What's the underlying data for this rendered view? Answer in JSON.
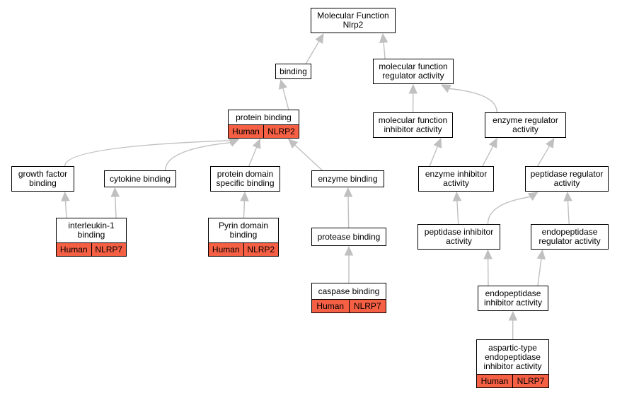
{
  "diagram": {
    "edge_color": "#c0c0c0",
    "annotation_color": "#f55f44",
    "nodes": [
      {
        "id": "root",
        "label": "Molecular Function\nNlrp2",
        "annotations": []
      },
      {
        "id": "binding",
        "label": "binding",
        "annotations": []
      },
      {
        "id": "mfra",
        "label": "molecular function\nregulator activity",
        "annotations": []
      },
      {
        "id": "pb",
        "label": "protein binding",
        "annotations": [
          "Human",
          "NLRP2"
        ]
      },
      {
        "id": "mfia",
        "label": "molecular function\ninhibitor activity",
        "annotations": []
      },
      {
        "id": "era",
        "label": "enzyme regulator\nactivity",
        "annotations": []
      },
      {
        "id": "gfb",
        "label": "growth factor\nbinding",
        "annotations": []
      },
      {
        "id": "cb",
        "label": "cytokine binding",
        "annotations": []
      },
      {
        "id": "pdsb",
        "label": "protein domain\nspecific binding",
        "annotations": []
      },
      {
        "id": "eb",
        "label": "enzyme binding",
        "annotations": []
      },
      {
        "id": "eia",
        "label": "enzyme inhibitor\nactivity",
        "annotations": []
      },
      {
        "id": "pra",
        "label": "peptidase regulator\nactivity",
        "annotations": []
      },
      {
        "id": "il1",
        "label": "interleukin-1\nbinding",
        "annotations": [
          "Human",
          "NLRP7"
        ]
      },
      {
        "id": "pyrin",
        "label": "Pyrin domain\nbinding",
        "annotations": [
          "Human",
          "NLRP2"
        ]
      },
      {
        "id": "protb",
        "label": "protease binding",
        "annotations": []
      },
      {
        "id": "pia",
        "label": "peptidase inhibitor\nactivity",
        "annotations": []
      },
      {
        "id": "epra",
        "label": "endopeptidase\nregulator activity",
        "annotations": []
      },
      {
        "id": "casp",
        "label": "caspase binding",
        "annotations": [
          "Human",
          "NLRP7"
        ]
      },
      {
        "id": "epia",
        "label": "endopeptidase\ninhibitor activity",
        "annotations": []
      },
      {
        "id": "atepia",
        "label": "aspartic-type\nendopeptidase\ninhibitor activity",
        "annotations": [
          "Human",
          "NLRP7"
        ]
      }
    ],
    "edges": [
      {
        "from": "binding",
        "to": "root"
      },
      {
        "from": "mfra",
        "to": "root"
      },
      {
        "from": "pb",
        "to": "binding"
      },
      {
        "from": "mfia",
        "to": "mfra"
      },
      {
        "from": "era",
        "to": "mfra"
      },
      {
        "from": "gfb",
        "to": "pb"
      },
      {
        "from": "cb",
        "to": "pb"
      },
      {
        "from": "pdsb",
        "to": "pb"
      },
      {
        "from": "eb",
        "to": "pb"
      },
      {
        "from": "il1",
        "to": "gfb"
      },
      {
        "from": "il1",
        "to": "cb"
      },
      {
        "from": "pyrin",
        "to": "pdsb"
      },
      {
        "from": "protb",
        "to": "eb"
      },
      {
        "from": "casp",
        "to": "protb"
      },
      {
        "from": "eia",
        "to": "mfia"
      },
      {
        "from": "eia",
        "to": "era"
      },
      {
        "from": "pra",
        "to": "era"
      },
      {
        "from": "pia",
        "to": "eia"
      },
      {
        "from": "pia",
        "to": "pra"
      },
      {
        "from": "epra",
        "to": "pra"
      },
      {
        "from": "epia",
        "to": "pia"
      },
      {
        "from": "epia",
        "to": "epra"
      },
      {
        "from": "atepia",
        "to": "epia"
      }
    ]
  }
}
